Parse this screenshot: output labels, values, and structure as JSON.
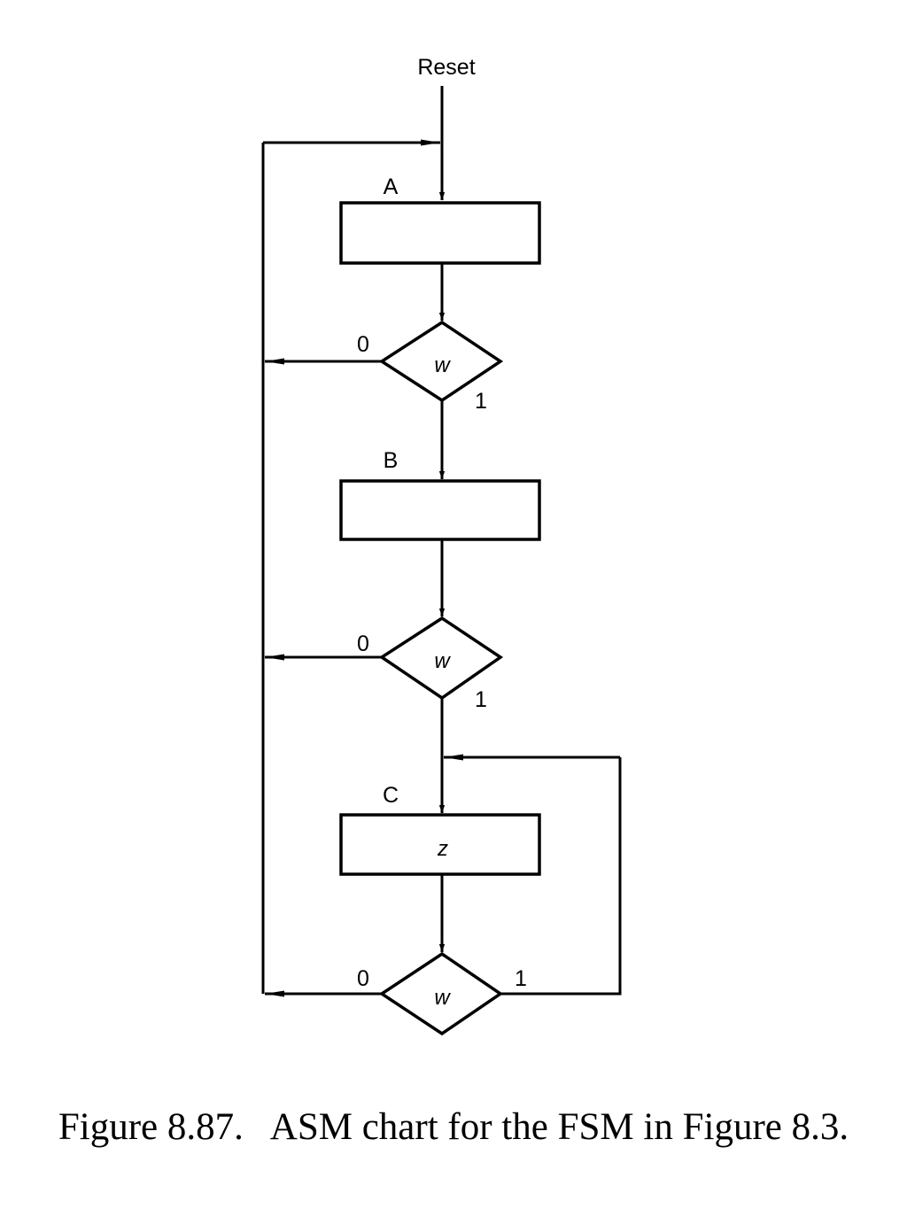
{
  "diagram": {
    "reset_label": "Reset",
    "states": [
      {
        "name": "A",
        "output": ""
      },
      {
        "name": "B",
        "output": ""
      },
      {
        "name": "C",
        "output": "z"
      }
    ],
    "decisions": [
      {
        "condition": "w",
        "false_label": "0",
        "true_label": "1"
      },
      {
        "condition": "w",
        "false_label": "0",
        "true_label": "1"
      },
      {
        "condition": "w",
        "false_label": "0",
        "true_label": "1"
      }
    ]
  },
  "caption": "Figure 8.87.   ASM chart for the FSM in Figure 8.3."
}
